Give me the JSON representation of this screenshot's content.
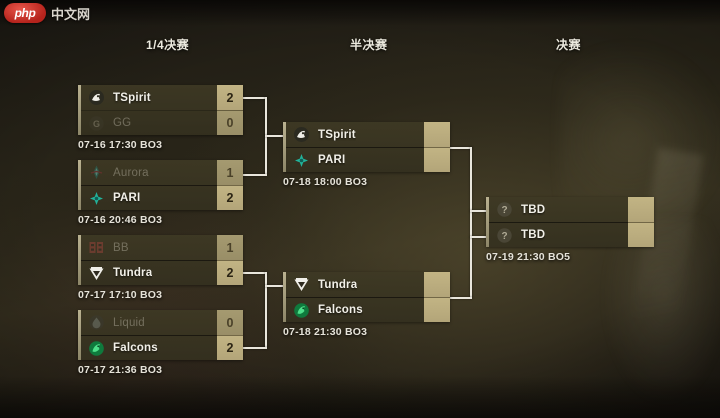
{
  "watermark": {
    "badge": "php",
    "text": "中文网"
  },
  "rounds": [
    {
      "label": "1/4决赛"
    },
    {
      "label": "半决赛"
    },
    {
      "label": "决赛"
    }
  ],
  "matches": [
    {
      "id": "qf1",
      "time": "07-16 17:30  BO3",
      "teams": [
        {
          "name": "TSpirit",
          "score": "2",
          "winner": true,
          "logo": "tspirit-logo"
        },
        {
          "name": "GG",
          "score": "0",
          "winner": false,
          "logo": "gg-logo"
        }
      ]
    },
    {
      "id": "qf2",
      "time": "07-16 20:46  BO3",
      "teams": [
        {
          "name": "Aurora",
          "score": "1",
          "winner": false,
          "logo": "aurora-logo"
        },
        {
          "name": "PARI",
          "score": "2",
          "winner": true,
          "logo": "pari-logo"
        }
      ]
    },
    {
      "id": "qf3",
      "time": "07-17 17:10  BO3",
      "teams": [
        {
          "name": "BB",
          "score": "1",
          "winner": false,
          "logo": "bb-logo"
        },
        {
          "name": "Tundra",
          "score": "2",
          "winner": true,
          "logo": "tundra-logo"
        }
      ]
    },
    {
      "id": "qf4",
      "time": "07-17 21:36  BO3",
      "teams": [
        {
          "name": "Liquid",
          "score": "0",
          "winner": false,
          "logo": "liquid-logo"
        },
        {
          "name": "Falcons",
          "score": "2",
          "winner": true,
          "logo": "falcons-logo"
        }
      ]
    },
    {
      "id": "sf1",
      "time": "07-18 18:00  BO3",
      "teams": [
        {
          "name": "TSpirit",
          "score": "",
          "winner": false,
          "logo": "tspirit-logo"
        },
        {
          "name": "PARI",
          "score": "",
          "winner": false,
          "logo": "pari-logo"
        }
      ]
    },
    {
      "id": "sf2",
      "time": "07-18 21:30  BO3",
      "teams": [
        {
          "name": "Tundra",
          "score": "",
          "winner": false,
          "logo": "tundra-logo"
        },
        {
          "name": "Falcons",
          "score": "",
          "winner": false,
          "logo": "falcons-logo"
        }
      ]
    },
    {
      "id": "final",
      "time": "07-19 21:30  BO5",
      "teams": [
        {
          "name": "TBD",
          "score": "",
          "winner": false,
          "logo": "tbd-logo"
        },
        {
          "name": "TBD",
          "score": "",
          "winner": false,
          "logo": "tbd-logo"
        }
      ]
    }
  ],
  "colors": {
    "score_box": "#bdaf7e",
    "card_bg": "#3a3523",
    "accent_bar": "#b9b190",
    "connector": "#e9e6dc",
    "text_primary": "#f2f0e8",
    "text_dim": "#b9b4a4"
  }
}
